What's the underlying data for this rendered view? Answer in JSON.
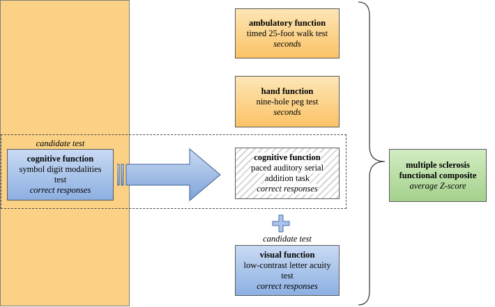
{
  "column": {
    "ambulatory": {
      "title": "ambulatory function",
      "test": "timed 25-foot walk test",
      "unit": "seconds"
    },
    "hand": {
      "title": "hand function",
      "test": "nine-hole peg test",
      "unit": "seconds"
    },
    "cognitive": {
      "title": "cognitive function",
      "test_line1": "paced auditory serial",
      "test_line2": "addition task",
      "unit": "correct responses"
    },
    "visual": {
      "caption": "candidate test",
      "title": "visual function",
      "test_line1": "low-contrast letter acuity",
      "test_line2": "test",
      "unit": "correct responses"
    }
  },
  "candidate_left": {
    "caption": "candidate test",
    "title": "cognitive function",
    "test_line1": "symbol digit modalities",
    "test_line2": "test",
    "unit": "correct responses"
  },
  "composite": {
    "title_line1": "multiple sclerosis",
    "title_line2": "functional composite",
    "unit": "average Z-score"
  },
  "colors": {
    "column_fill": "#fbd185",
    "orange_box": "#fbc366",
    "blue_box": "#8db0e2",
    "green_box": "#a4d18b",
    "arrow": "#8db0e2"
  }
}
